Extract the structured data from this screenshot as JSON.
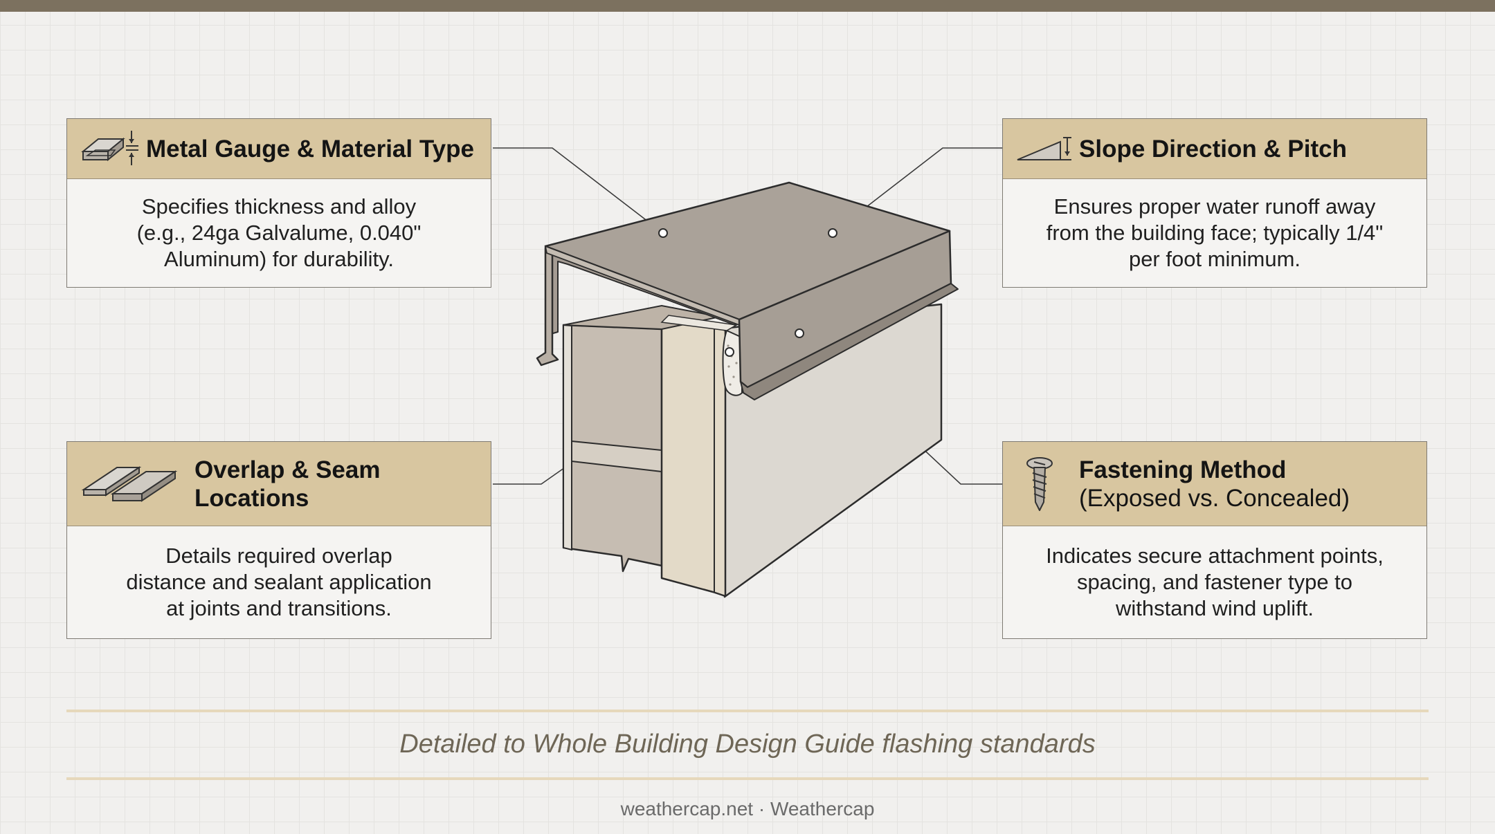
{
  "cards": {
    "metal_gauge": {
      "title": "Metal Gauge & Material Type",
      "body": [
        "Specifies thickness and alloy",
        "(e.g., 24ga Galvalume, 0.040\"",
        "Aluminum) for durability."
      ]
    },
    "slope": {
      "title": "Slope Direction & Pitch",
      "body": [
        "Ensures proper water runoff away",
        "from the building face; typically 1/4\"",
        "per foot minimum."
      ]
    },
    "overlap": {
      "title_lines": [
        "Overlap & Seam",
        "Locations"
      ],
      "body": [
        "Details required overlap",
        "distance and sealant application",
        "at joints and transitions."
      ]
    },
    "fastening": {
      "title": "Fastening Method",
      "subtitle": "(Exposed vs. Concealed)",
      "body": [
        "Indicates secure attachment points,",
        "spacing, and fastener type to",
        "withstand wind uplift."
      ]
    }
  },
  "footer": {
    "note": "Detailed to Whole Building Design Guide flashing standards",
    "source": "weathercap.net · Weathercap"
  },
  "colors": {
    "header_fill": "#d8c6a0",
    "top_bar": "#7c715f",
    "metal_top": "#aaa299",
    "wall_face": "#dcd8d1"
  },
  "icons": {
    "metal_gauge": "sheet-thickness-icon",
    "slope": "slope-wedge-icon",
    "overlap": "seam-overlap-icon",
    "fastening": "screw-icon"
  }
}
